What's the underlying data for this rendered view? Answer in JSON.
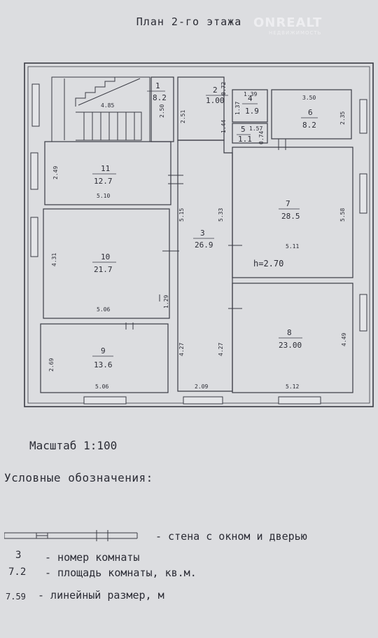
{
  "page": {
    "title": "План 2-го этажа",
    "watermark": "ONREALT",
    "watermark_sub": "НЕДВИЖИМОСТЬ"
  },
  "plan": {
    "rooms": [
      {
        "number": "1",
        "area": "8.2"
      },
      {
        "number": "2",
        "area": "1.00"
      },
      {
        "number": "3",
        "area": "26.9"
      },
      {
        "number": "4",
        "area": "1.9"
      },
      {
        "number": "5",
        "area": "1.1"
      },
      {
        "number": "6",
        "area": "8.2"
      },
      {
        "number": "7",
        "area": "28.5"
      },
      {
        "number": "8",
        "area": "23.00"
      },
      {
        "number": "9",
        "area": "13.6"
      },
      {
        "number": "10",
        "area": "21.7"
      },
      {
        "number": "11",
        "area": "12.7"
      }
    ],
    "dimensions": [
      "4.85",
      "2.50",
      "2.51",
      "1.44",
      "1.39",
      "1.37",
      "3.50",
      "2.35",
      "1.57",
      "0.74",
      "2.49",
      "5.10",
      "5.15",
      "5.33",
      "5.58",
      "5.11",
      "4.31",
      "5.06",
      "1.29",
      "4.27",
      "4.27",
      "4.49",
      "2.69",
      "5.06",
      "2.09",
      "5.12",
      "0.72"
    ],
    "ceiling_height": "h=2.70"
  },
  "scale": {
    "label": "Масштаб 1:100"
  },
  "legend": {
    "title": "Условные обозначения:",
    "items": [
      {
        "key": "",
        "text": "- стена с окном и дверью"
      },
      {
        "key": "3",
        "text": "- номер комнаты"
      },
      {
        "key": "7.2",
        "text": "- площадь комнаты, кв.м."
      },
      {
        "key": "7.59",
        "text": "- линейный размер, м"
      }
    ]
  }
}
